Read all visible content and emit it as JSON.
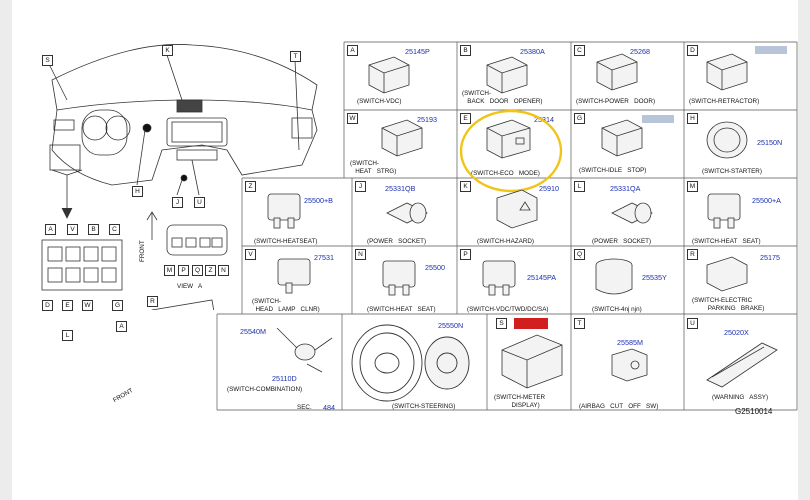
{
  "diagram_id": "G2510014",
  "overview": {
    "callouts": [
      "S",
      "K",
      "T",
      "H",
      "J",
      "U",
      "L",
      "R",
      "A",
      "V",
      "B",
      "C",
      "D",
      "E",
      "W",
      "G",
      "M",
      "P",
      "Q",
      "Z",
      "N"
    ],
    "view_label": "VIEW   A",
    "front_label_left": "FRONT",
    "front_label_bottom": "FRONT"
  },
  "cells": [
    {
      "id": "A",
      "pn": "25145P",
      "caption": "(SWITCH-VDC)"
    },
    {
      "id": "B",
      "pn": "25380A",
      "caption": "(SWITCH-\n   BACK   DOOR   OPENER)"
    },
    {
      "id": "C",
      "pn": "25268",
      "caption": "(SWITCH-POWER   DOOR)"
    },
    {
      "id": "D",
      "pn": "",
      "caption": "(SWITCH-RETRACTOR)"
    },
    {
      "id": "W",
      "pn": "25193",
      "caption": "(SWITCH-\n   HEAT   STRG)"
    },
    {
      "id": "E",
      "pn": "25314",
      "caption": "(SWITCH-ECO   MODE)"
    },
    {
      "id": "G",
      "pn": "",
      "caption": "(SWITCH-IDLE   STOP)"
    },
    {
      "id": "H",
      "pn": "25150N",
      "caption": "(SWITCH-STARTER)"
    },
    {
      "id": "Z",
      "pn": "25500+B",
      "caption": "(SWITCH-HEATSEAT)"
    },
    {
      "id": "J",
      "pn": "25331QB",
      "caption": "(POWER   SOCKET)"
    },
    {
      "id": "K",
      "pn": "25910",
      "caption": "(SWITCH-HAZARD)"
    },
    {
      "id": "L",
      "pn": "25331QA",
      "caption": "(POWER   SOCKET)"
    },
    {
      "id": "M",
      "pn": "25500+A",
      "caption": "(SWITCH-HEAT   SEAT)"
    },
    {
      "id": "V",
      "pn": "27531",
      "caption": "(SWITCH-\n  HEAD   LAMP   CLNR)"
    },
    {
      "id": "N",
      "pn": "25500",
      "caption": "(SWITCH-HEAT   SEAT)"
    },
    {
      "id": "P",
      "pn": "25145PA",
      "caption": "(SWITCH-VDC/TWD/DC/SA)"
    },
    {
      "id": "Q",
      "pn": "25535Y",
      "caption": "(SWITCH-4nj njn)"
    },
    {
      "id": "R",
      "pn": "25175",
      "caption": "(SWITCH-ELECTRIC\n         PARKING   BRAKE)"
    },
    {
      "id": "S",
      "pn": "",
      "caption": "(SWITCH-METER\n          DISPLAY)"
    },
    {
      "id": "T",
      "pn": "25585M",
      "caption": "(AIRBAG   CUT   OFF   SW)"
    },
    {
      "id": "U",
      "pn": "25020X",
      "caption": "(WARNING   ASSY)"
    }
  ],
  "combination": {
    "pn1": "25540M",
    "pn2": "25110D",
    "caption": "(SWITCH-COMBINATION)"
  },
  "steering": {
    "sec": "SEC.",
    "sec_num": "484",
    "pn": "25550N",
    "caption": "(SWITCH-STEERING)"
  },
  "colors": {
    "part_number": "#1c2fb0",
    "highlight_circle": "#f0c419",
    "red_badge": "#d11f1f"
  }
}
